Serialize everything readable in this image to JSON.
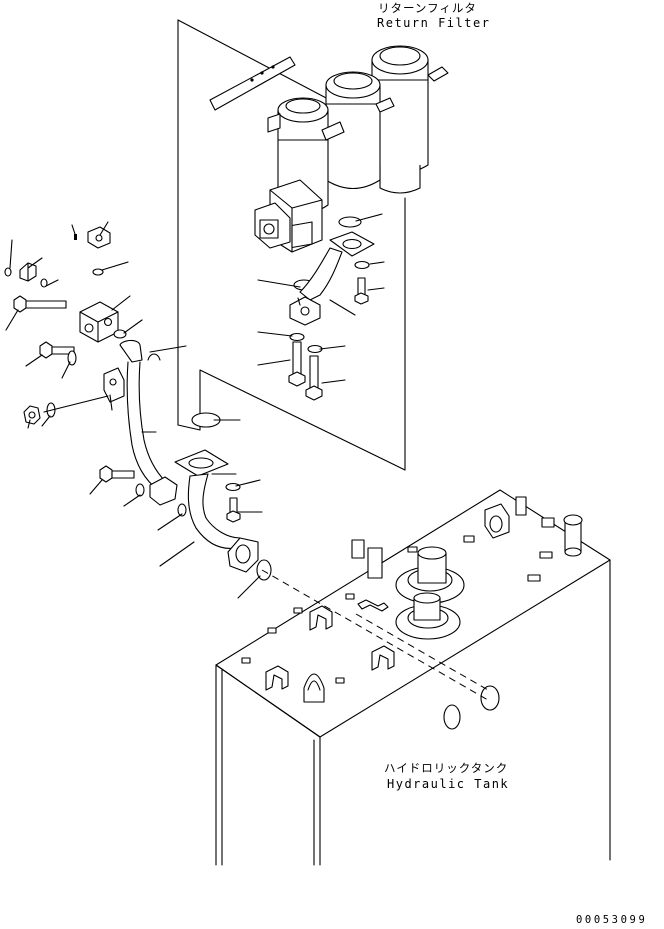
{
  "labels": {
    "return_filter_jp": "リターンフィルタ",
    "return_filter_en": "Return Filter",
    "hydraulic_tank_jp": "ハイドロリックタンク",
    "hydraulic_tank_en": "Hydraulic Tank"
  },
  "drawing_code": "00053099",
  "colors": {
    "line": "#000000",
    "background": "#ffffff"
  }
}
